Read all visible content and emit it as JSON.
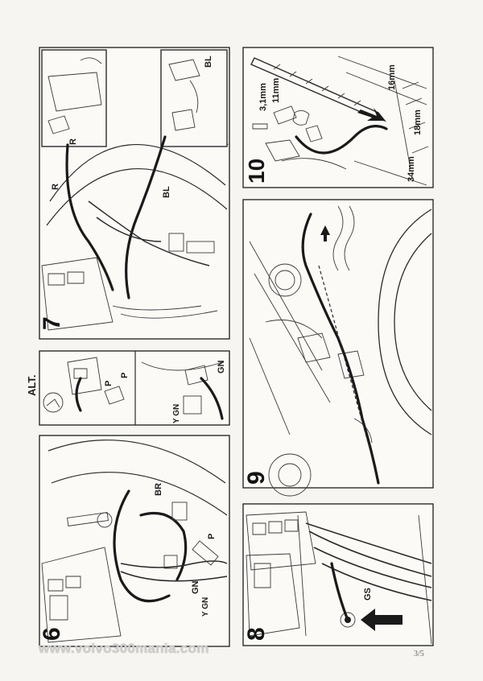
{
  "title": "ALT.",
  "page_number": "3/5",
  "watermark": "www.volvo300mania.com",
  "steps": {
    "s6": "6",
    "s7": "7",
    "s8": "8",
    "s9": "9",
    "s10": "10"
  },
  "labels": {
    "p7_r_upper": "R",
    "p7_r_lower": "R",
    "p7_bl_upper": "BL",
    "p7_bl_lower": "BL",
    "alt_p1": "P",
    "alt_p2": "P",
    "alt_gn": "GN",
    "alt_y_gn": "Y GN",
    "p6_br": "BR",
    "p6_p": "P",
    "p6_gn": "GN",
    "p6_y_gn": "Y GN",
    "p8_gs": "GS"
  },
  "measurements": {
    "d_3_1": "3,1mm",
    "d_11": "11mm",
    "d_16": "16mm",
    "d_18": "18mm",
    "d_34": "34mm"
  }
}
